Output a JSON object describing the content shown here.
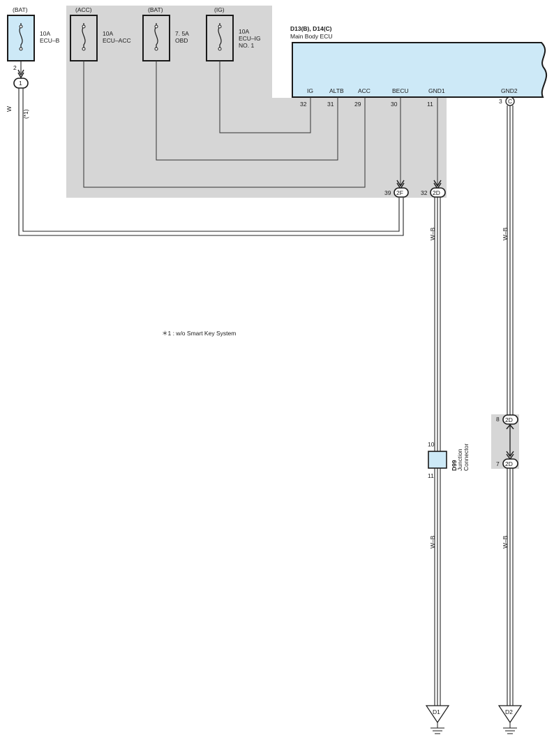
{
  "colors": {
    "shade": "#d6d6d6",
    "ecu_fill": "#cde9f7",
    "junction_fill": "#cde9f7",
    "wire": "#222222"
  },
  "fuses": [
    {
      "source": "(BAT)",
      "amp": "10A",
      "name1": "ECU–B",
      "name2": "",
      "highlighted": true
    },
    {
      "source": "(ACC)",
      "amp": "10A",
      "name1": "ECU–ACC",
      "name2": "",
      "highlighted": false
    },
    {
      "source": "(BAT)",
      "amp": "7. 5A",
      "name1": "OBD",
      "name2": "",
      "highlighted": false
    },
    {
      "source": "(IG)",
      "amp": "10A",
      "name1": "ECU–IG",
      "name2": "NO. 1",
      "highlighted": false
    }
  ],
  "bat_connector": {
    "pin": "2",
    "id": "1",
    "wire_color": "W",
    "wire_note": "(*1)"
  },
  "ecu": {
    "code": "D13(B), D14(C)",
    "name": "Main Body ECU",
    "terminals": [
      {
        "name": "IG",
        "pin": "32"
      },
      {
        "name": "ALTB",
        "pin": "31"
      },
      {
        "name": "ACC",
        "pin": "29"
      },
      {
        "name": "BECU",
        "pin": "30"
      },
      {
        "name": "GND1",
        "pin": "11"
      },
      {
        "name": "GND2",
        "pin": "3"
      }
    ],
    "gnd2_connector": "C"
  },
  "lower_connectors": [
    {
      "pin": "39",
      "id": "2F"
    },
    {
      "pin": "32",
      "id": "2D"
    }
  ],
  "wire_labels": [
    "W–B",
    "W–B",
    "W–B",
    "W–B"
  ],
  "junction": {
    "pin_top": "10",
    "pin_bottom": "11",
    "code": "D99",
    "name1": "Junction",
    "name2": "Connector"
  },
  "gnd2_connectors": [
    {
      "pin": "8",
      "id": "2D"
    },
    {
      "pin": "7",
      "id": "2D"
    }
  ],
  "grounds": [
    {
      "id": "D1"
    },
    {
      "id": "D2"
    }
  ],
  "footnote": "＊1 : w/o Smart Key System"
}
